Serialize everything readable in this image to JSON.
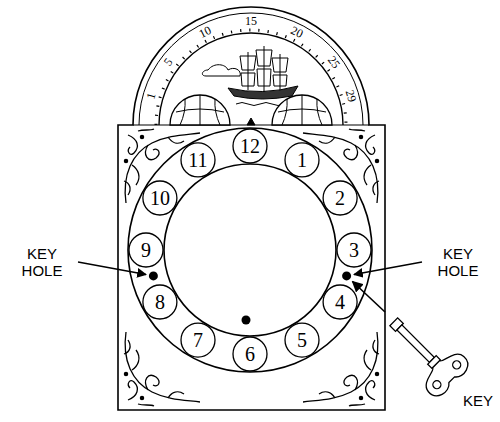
{
  "diagram": {
    "labels": [
      "KEY HOLE",
      "KEY HOLE",
      "KEY",
      "12",
      "1",
      "2",
      "3",
      "4",
      "5",
      "6",
      "7",
      "8",
      "9",
      "10",
      "11",
      "1",
      "5",
      "10",
      "15",
      "20",
      "25",
      "29"
    ]
  }
}
